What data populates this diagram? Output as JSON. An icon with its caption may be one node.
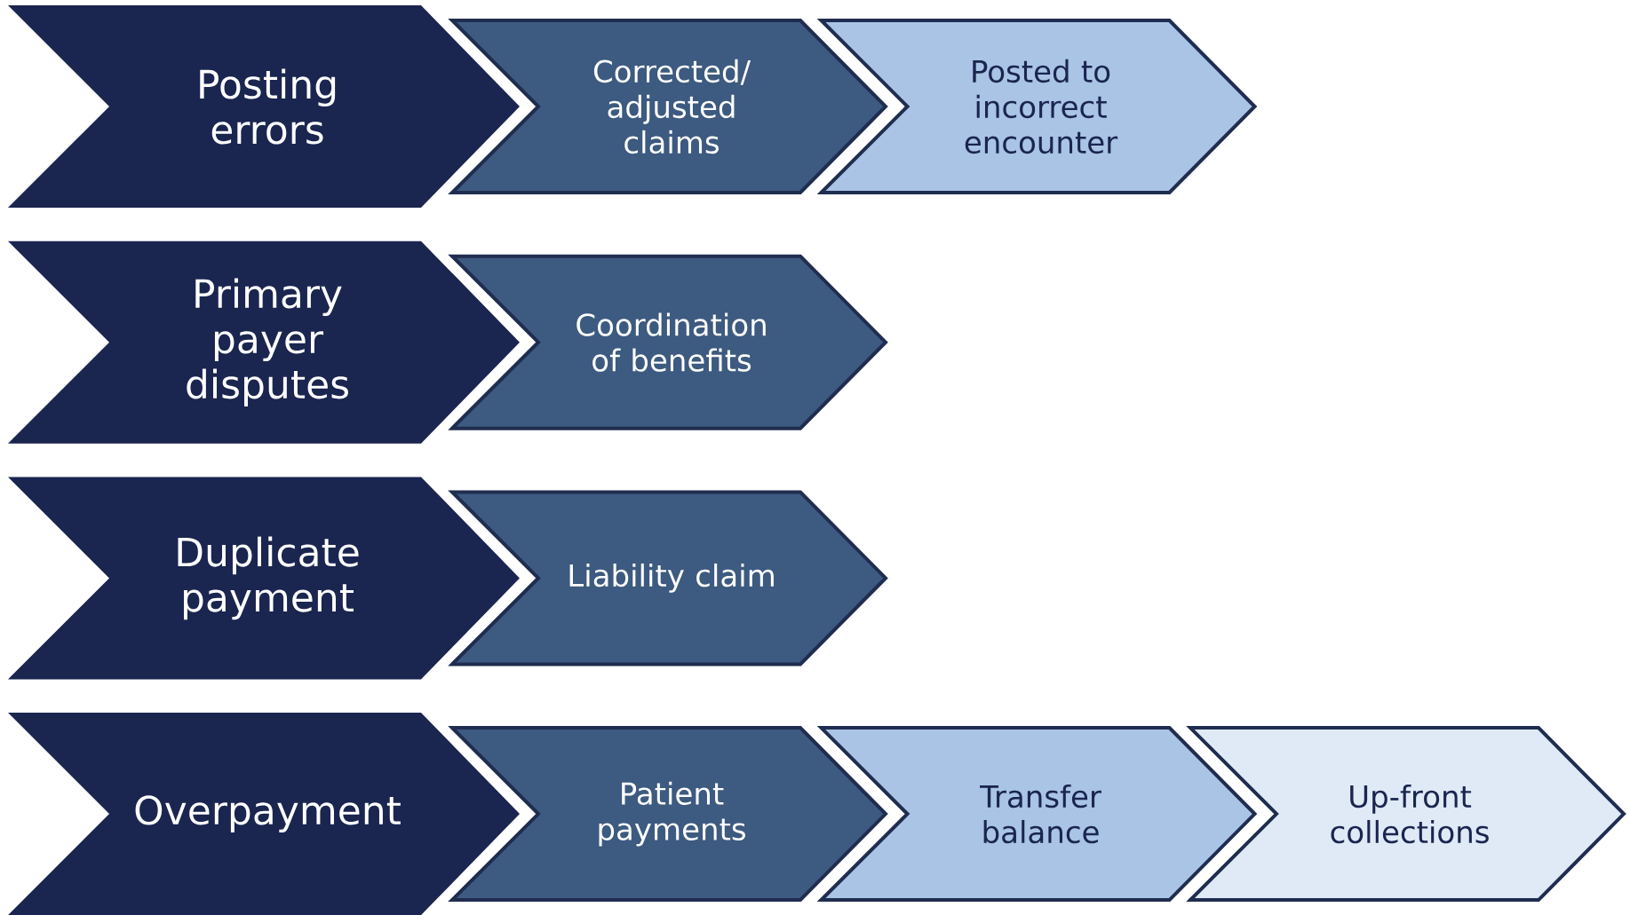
{
  "diagram": {
    "nodes": [
      {
        "text": [
          "Posting errors"
        ]
      },
      {
        "text": [
          "Corrected/ adjusted claims"
        ]
      },
      {
        "text": [
          "Posted to incorrect encounter"
        ]
      },
      {
        "text": [
          "Primary payer disputes"
        ]
      },
      {
        "text": [
          "Coordination of benefits"
        ]
      },
      {
        "text": [
          "Duplicate payment"
        ]
      },
      {
        "text": [
          "Liability claim"
        ]
      },
      {
        "text": [
          "Overpayment"
        ]
      },
      {
        "text": [
          "Patient payments"
        ]
      },
      {
        "text": [
          "Transfer balance"
        ]
      },
      {
        "text": [
          "Up-front collections"
        ]
      }
    ]
  }
}
